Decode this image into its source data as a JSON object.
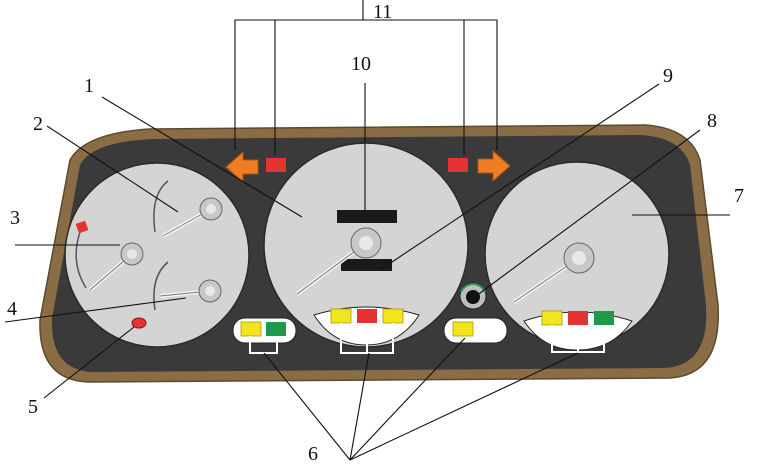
{
  "labels": {
    "l1": "1",
    "l2": "2",
    "l3": "3",
    "l4": "4",
    "l5": "5",
    "l6": "6",
    "l7": "7",
    "l8": "8",
    "l9": "9",
    "l10": "10",
    "l11": "11"
  },
  "colors": {
    "bezel": "#8a6d45",
    "panel": "#3a3a3a",
    "gauge_face": "#d4d4d4",
    "warning_red": "#e53333",
    "warning_yellow": "#f2e51c",
    "warning_green": "#1f9a4a",
    "turn_arrow": "#ef7d22",
    "display_black": "#1a1a1a"
  },
  "icons": [
    "turn-left-arrow-icon",
    "turn-right-arrow-icon",
    "needle-icon",
    "knob-icon"
  ]
}
